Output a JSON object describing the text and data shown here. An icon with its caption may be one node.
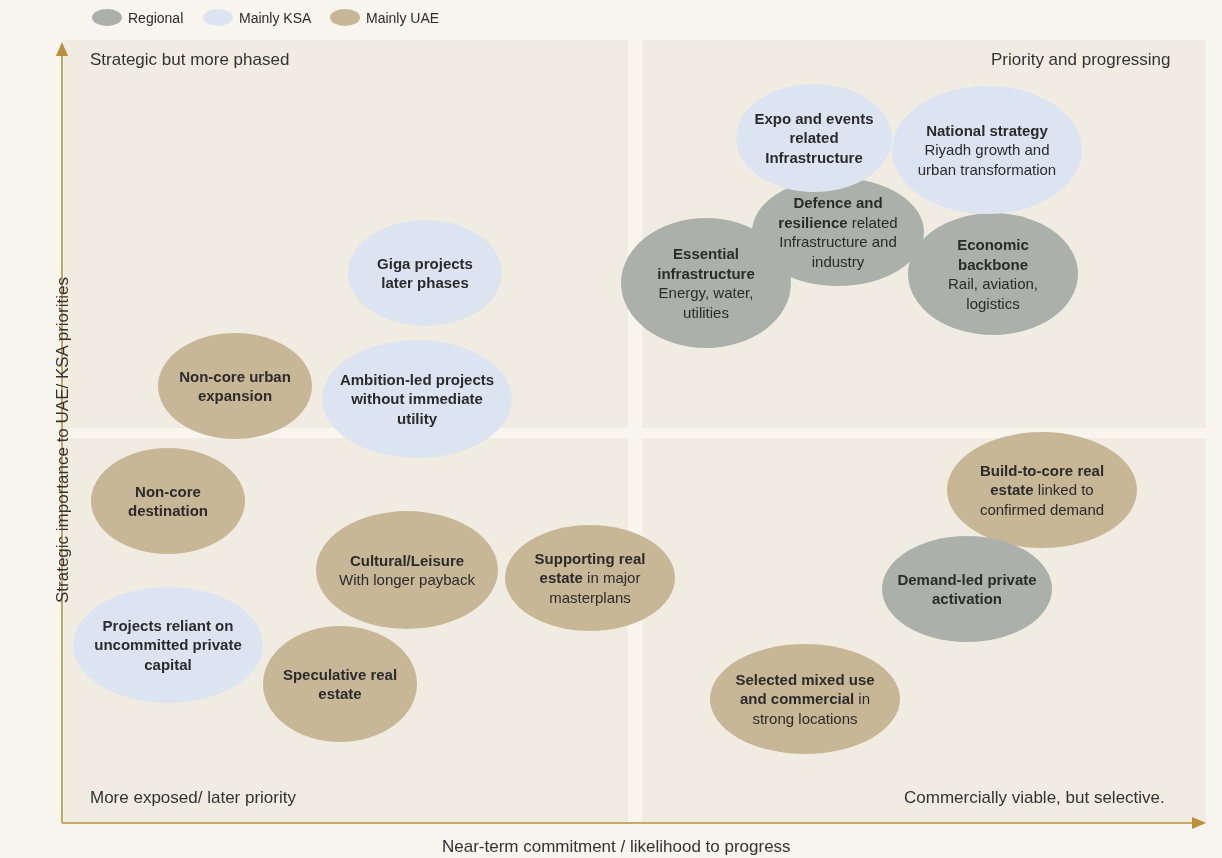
{
  "diagram": {
    "nodes": [
      {
        "text": [
          "Expo and events related Infrastructure"
        ]
      },
      {
        "text": [
          "National strategy",
          "Riyadh growth and urban transformation"
        ]
      },
      {
        "text": [
          "**Defence and resilience** related Infrastructure and industry"
        ]
      },
      {
        "text": [
          "Economic backbone",
          "Rail, aviation, logistics"
        ]
      },
      {
        "text": [
          "Essential infrastructure",
          "Energy, water, utilities"
        ]
      },
      {
        "text": [
          "Giga projects later phases"
        ]
      },
      {
        "text": [
          "Non-core urban expansion"
        ]
      },
      {
        "text": [
          "Ambition-led projects without immediate utility"
        ]
      },
      {
        "text": [
          "Non-core destination"
        ]
      },
      {
        "text": [
          "**Build-to-core real estate** linked to confirmed demand"
        ]
      },
      {
        "text": [
          "Cultural/Leisure",
          "With longer payback"
        ]
      },
      {
        "text": [
          "**Supporting real estate** in major masterplans"
        ]
      },
      {
        "text": [
          "Demand-led private activation"
        ]
      },
      {
        "text": [
          "Projects reliant on uncommitted private capital"
        ]
      },
      {
        "text": [
          "Speculative real estate"
        ]
      },
      {
        "text": [
          "**Selected mixed use and commercial** in strong locations"
        ]
      }
    ],
    "edges": [],
    "labels": [
      "Strategic but more phased",
      "Priority and progressing",
      "Strategic importance to UAE/ KSA priorities",
      "More exposed/ later priority",
      "Commercially viable, but selective.",
      "Near-term commitment / likelihood to progress"
    ],
    "legend": [
      {
        "text": "Regional",
        "color": "#abb0aa"
      },
      {
        "text": "Mainly KSA",
        "color": "#dde4f1"
      },
      {
        "text": "Mainly UAE",
        "color": "#c8b796"
      }
    ]
  }
}
